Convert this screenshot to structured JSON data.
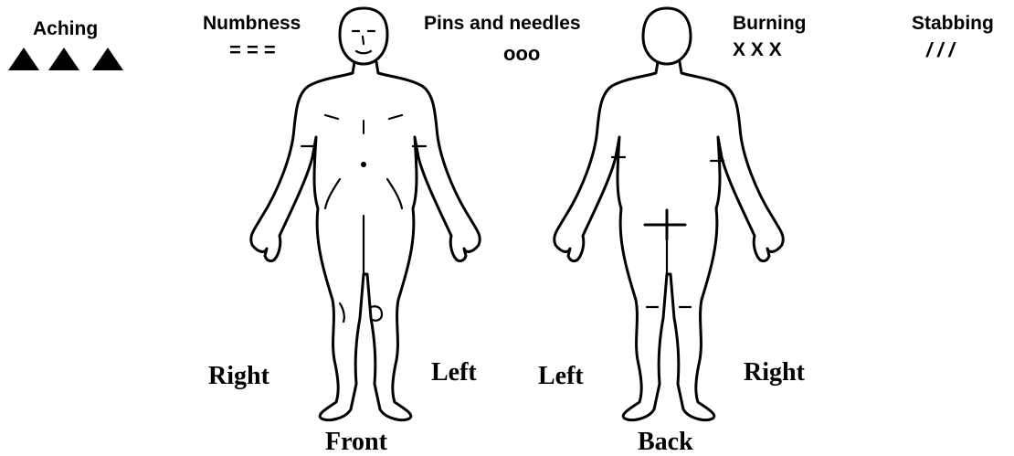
{
  "legend": {
    "aching": {
      "label": "Aching",
      "symbol": "▲ ▲ ▲"
    },
    "numbness": {
      "label": "Numbness",
      "symbol": "= = ="
    },
    "pins_needles": {
      "label": "Pins and needles",
      "symbol": "ooo"
    },
    "burning": {
      "label": "Burning",
      "symbol": "X X X"
    },
    "stabbing": {
      "label": "Stabbing",
      "symbol": "/ / /"
    }
  },
  "front_view": {
    "caption": "Front",
    "right_label": "Right",
    "left_label": "Left"
  },
  "back_view": {
    "caption": "Back",
    "left_label": "Left",
    "right_label": "Right"
  }
}
